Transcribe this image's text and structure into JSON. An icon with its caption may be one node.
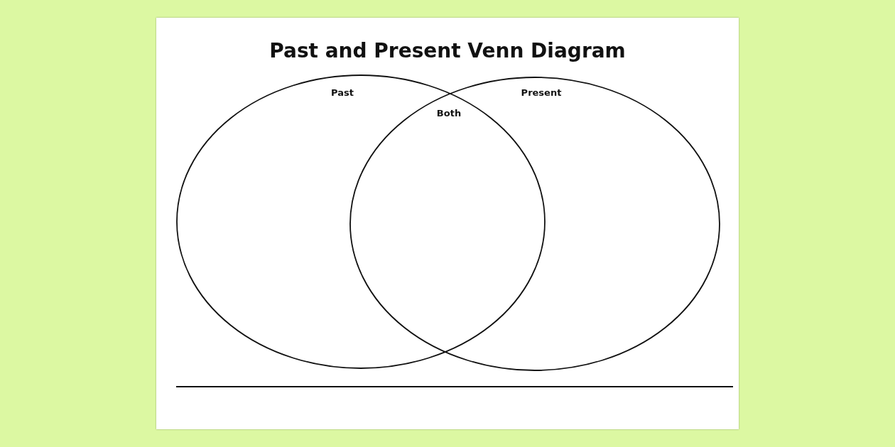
{
  "diagram": {
    "title": "Past and Present Venn Diagram",
    "nodes": [
      {
        "text": [
          "Past"
        ]
      },
      {
        "text": [
          "Present"
        ]
      }
    ],
    "labels": [
      "Both"
    ]
  }
}
